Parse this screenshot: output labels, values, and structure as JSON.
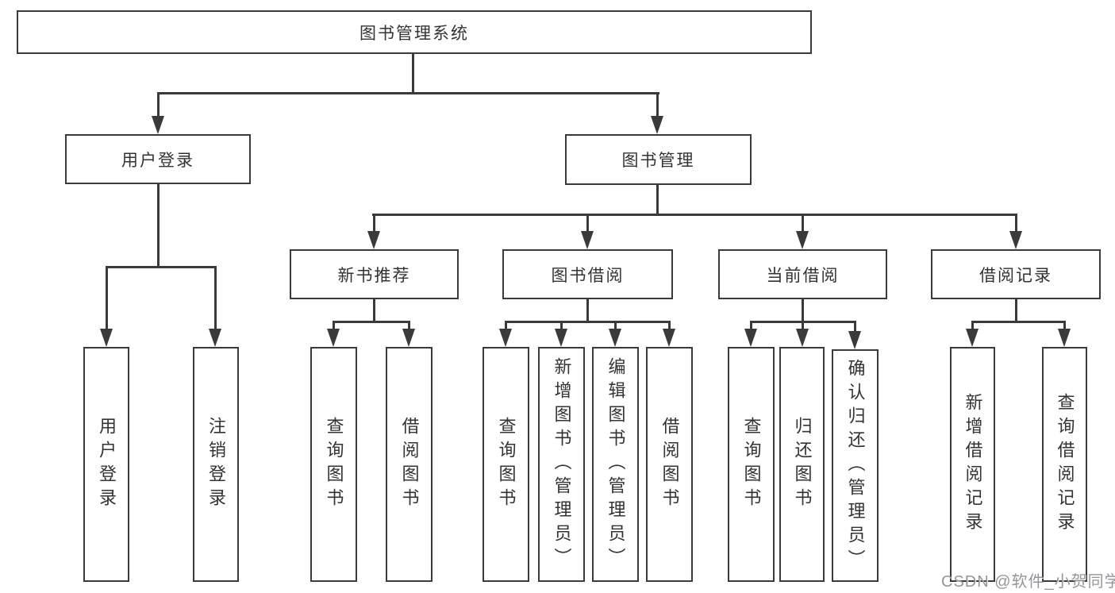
{
  "tree": {
    "label": "图书管理系统",
    "children": [
      {
        "label": "用户登录",
        "children": [
          {
            "label": "用户登录"
          },
          {
            "label": "注销登录"
          }
        ]
      },
      {
        "label": "图书管理",
        "children": [
          {
            "label": "新书推荐",
            "children": [
              {
                "label": "查询图书"
              },
              {
                "label": "借阅图书"
              }
            ]
          },
          {
            "label": "图书借阅",
            "children": [
              {
                "label": "查询图书"
              },
              {
                "label": "新增图书（管理员）"
              },
              {
                "label": "编辑图书（管理员）"
              },
              {
                "label": "借阅图书"
              }
            ]
          },
          {
            "label": "当前借阅",
            "children": [
              {
                "label": "查询图书"
              },
              {
                "label": "归还图书"
              },
              {
                "label": "确认归还（管理员）"
              }
            ]
          },
          {
            "label": "借阅记录",
            "children": [
              {
                "label": "新增借阅记录"
              },
              {
                "label": "查询借阅记录"
              }
            ]
          }
        ]
      }
    ]
  },
  "watermark": {
    "text": "CSDN @软件_小贺同学"
  },
  "colors": {
    "line": "#3a3a3a",
    "text": "#333333",
    "background": "#ffffff",
    "watermark": "#8c8c92"
  }
}
